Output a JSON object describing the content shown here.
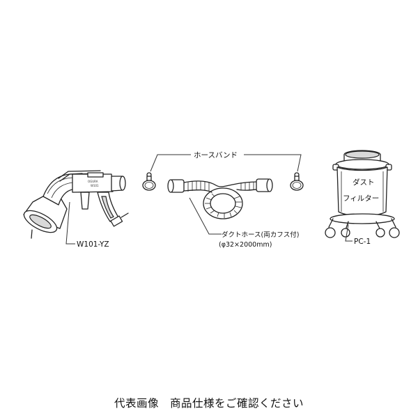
{
  "labels": {
    "gun_model": "W101-YZ",
    "hose_band": "ホースバンド",
    "duct_hose_line1": "ダクトホース(両カフス付)",
    "duct_hose_line2": "(φ32×2000mm)",
    "filter_line1": "ダスト",
    "filter_line2": "フィルター",
    "collector_model": "PC-1",
    "gun_brand": "OGURA",
    "gun_code": "W101"
  },
  "caption": "代表画像　商品仕様をご確認ください"
}
